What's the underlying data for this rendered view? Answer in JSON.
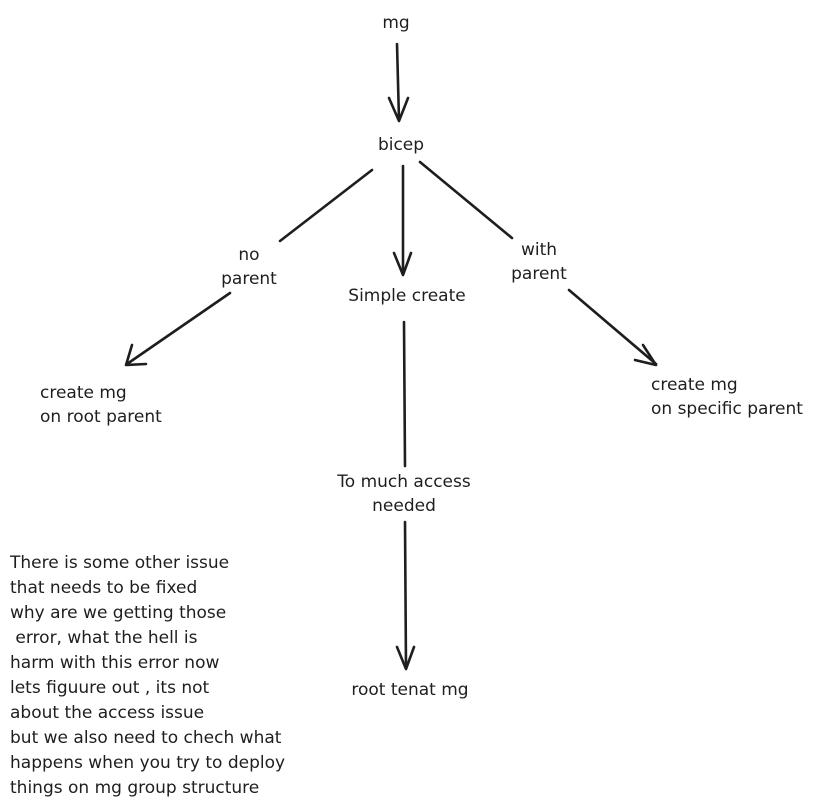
{
  "nodes": {
    "mg": "mg",
    "bicep": "bicep",
    "simple_create": "Simple create",
    "create_root": [
      "create mg",
      "on root parent"
    ],
    "create_specific": [
      "create mg",
      "on specific parent"
    ],
    "too_much_access": [
      "To much access",
      "needed"
    ],
    "root_tenant": "root tenat mg"
  },
  "edge_labels": {
    "no_parent": [
      "no",
      "parent"
    ],
    "with_parent": [
      "with",
      "parent"
    ]
  },
  "note": [
    "There is some other issue",
    "that needs to be fixed",
    "why are we getting those",
    " error, what the hell is",
    "harm with this error now",
    "lets figuure out , its not",
    "about the access issue",
    "but we also need to chech what",
    "happens when you try to deploy",
    "things on mg group structure"
  ]
}
